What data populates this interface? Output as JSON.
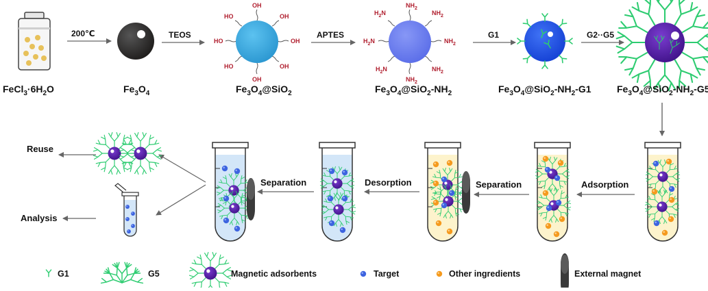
{
  "top_row": {
    "items": [
      {
        "id": "fecl3",
        "label": "FeCl",
        "sub1": "3",
        "mid": "·6H",
        "sub2": "2",
        "tail": "O"
      },
      {
        "id": "fe3o4",
        "label": "Fe",
        "sub1": "3",
        "mid": "O",
        "sub2": "4",
        "tail": ""
      },
      {
        "id": "sio2",
        "label": "Fe",
        "sub1": "3",
        "mid": "O",
        "sub2": "4",
        "tail": "@SiO",
        "sub3": "2",
        "tail2": ""
      },
      {
        "id": "nh2",
        "label": "Fe",
        "sub1": "3",
        "mid": "O",
        "sub2": "4",
        "tail": "@SiO",
        "sub3": "2",
        "tail2": "-NH",
        "sub4": "2"
      },
      {
        "id": "g1",
        "label": "Fe",
        "sub1": "3",
        "mid": "O",
        "sub2": "4",
        "tail": "@SiO",
        "sub3": "2",
        "tail2": "-NH",
        "sub4": "2",
        "tail3": "-G1"
      },
      {
        "id": "g5",
        "label": "Fe",
        "sub1": "3",
        "mid": "O",
        "sub2": "4",
        "tail": "@SiO",
        "sub3": "2",
        "tail2": "-NH",
        "sub4": "2",
        "tail3": "-G5"
      }
    ],
    "arrows": [
      "200℃",
      "TEOS",
      "APTES",
      "G1",
      "G2··G5"
    ],
    "groups": {
      "oh": "OH",
      "ho": "HO",
      "nh2": "NH",
      "h2n": "H",
      "sub": "2",
      "n": "N"
    }
  },
  "bottom_row": {
    "steps": [
      "Adsorption",
      "Separation",
      "Desorption",
      "Separation"
    ],
    "outputs": [
      "Reuse",
      "Analysis"
    ]
  },
  "legend": {
    "g1": "G1",
    "g5": "G5",
    "adsorbent": "Magnetic adsorbents",
    "target": "Target",
    "other": "Other ingredients",
    "magnet": "External magnet"
  },
  "colors": {
    "iron_core": "#2e2c2b",
    "silica": "#3aa8e0",
    "amine_sphere": "#6b7ff0",
    "g1_sphere": "#1c4fe8",
    "g5_sphere": "#5a1ba8",
    "dendrimer": "#2ecc71",
    "target": "#3d64e0",
    "other": "#f59a1e",
    "solution_blue": "#d3e6f8",
    "solution_yellow": "#fdf3cc",
    "magnet": "#3a3a3a",
    "group_red": "#b01e2e"
  }
}
